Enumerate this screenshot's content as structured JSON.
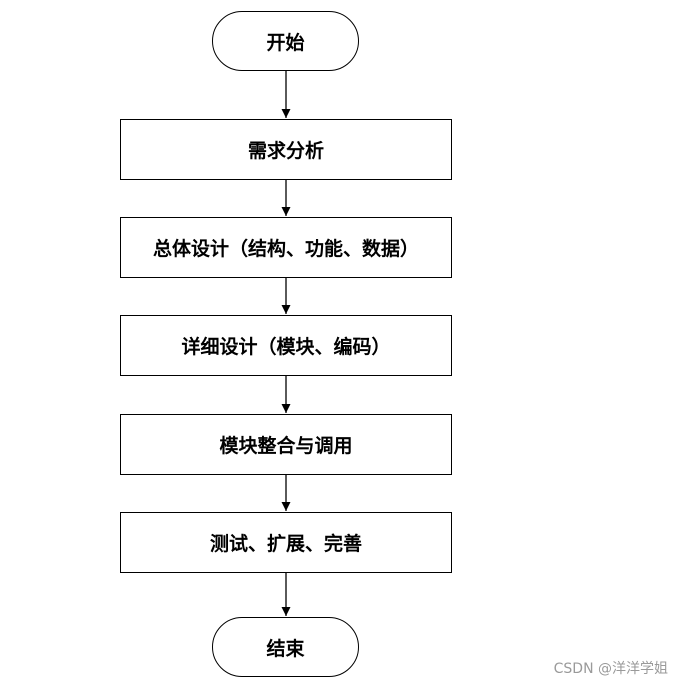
{
  "flowchart": {
    "start": "开始",
    "steps": [
      "需求分析",
      "总体设计（结构、功能、数据）",
      "详细设计（模块、编码）",
      "模块整合与调用",
      "测试、扩展、完善"
    ],
    "end": "结束"
  },
  "watermark": "CSDN @洋洋学姐"
}
